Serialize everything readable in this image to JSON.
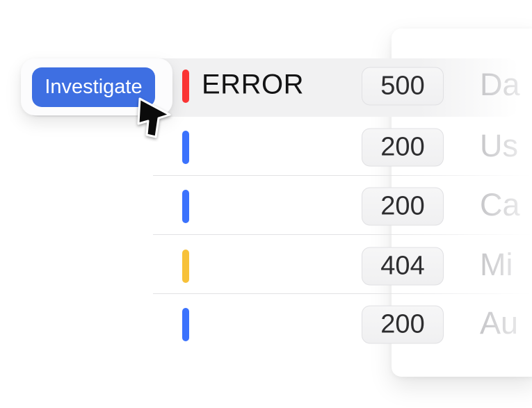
{
  "popover": {
    "button_label": "Investigate"
  },
  "log_table": {
    "rows": [
      {
        "level": "ERROR",
        "severity": "error",
        "severity_color": "#fb3434",
        "status_code": "500",
        "source_partial": "Da",
        "highlighted": true
      },
      {
        "level": "",
        "severity": "success",
        "severity_color": "#3b72fd",
        "status_code": "200",
        "source_partial": "Us",
        "highlighted": false
      },
      {
        "level": "",
        "severity": "success",
        "severity_color": "#3b72fd",
        "status_code": "200",
        "source_partial": "Ca",
        "highlighted": false
      },
      {
        "level": "",
        "severity": "warning",
        "severity_color": "#f7c139",
        "status_code": "404",
        "source_partial": "Mi",
        "highlighted": false
      },
      {
        "level": "",
        "severity": "success",
        "severity_color": "#3b72fd",
        "status_code": "200",
        "source_partial": "Au",
        "highlighted": false
      }
    ]
  },
  "colors": {
    "button_blue": "#3e6fe2",
    "error_red": "#fb3434",
    "info_blue": "#3b72fd",
    "warning_yellow": "#f7c139",
    "row_highlight": "#f1f1f2",
    "badge_background": "#f3f3f4",
    "panel_background": "#ffffff"
  }
}
